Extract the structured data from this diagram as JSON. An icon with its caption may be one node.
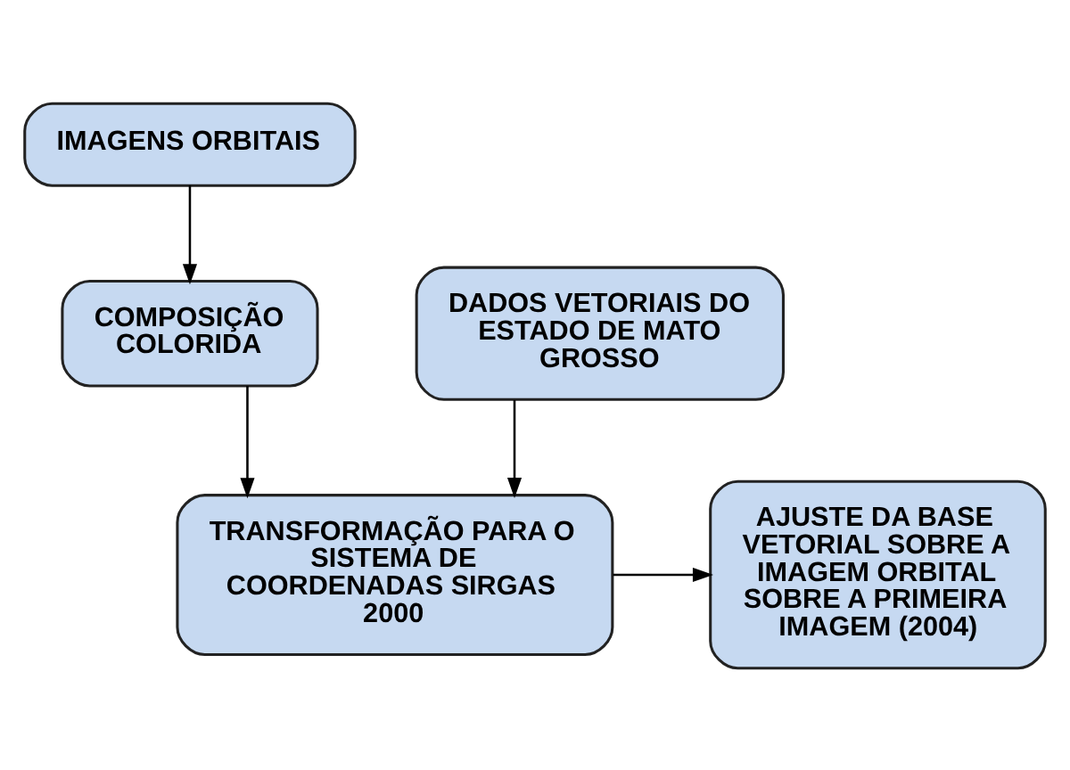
{
  "diagram": {
    "nodes": [
      {
        "text": [
          "IMAGENS ORBITAIS"
        ]
      },
      {
        "text": [
          "COMPOSIÇÃO COLORIDA"
        ]
      },
      {
        "text": [
          "DADOS VETORIAIS DO ESTADO DE MATO GROSSO"
        ]
      },
      {
        "text": [
          "TRANSFORMAÇÃO PARA O SISTEMA DE COORDENADAS SIRGAS 2000"
        ]
      },
      {
        "text": [
          "AJUSTE DA BASE VETORIAL SOBRE A IMAGEM ORBITAL SOBRE A PRIMEIRA IMAGEM (2004)"
        ]
      }
    ],
    "edges": [
      {
        "from": 0,
        "to": 1,
        "arrow": "to"
      },
      {
        "from": 1,
        "to": 3,
        "arrow": "to"
      },
      {
        "from": 2,
        "to": 3,
        "arrow": "to"
      },
      {
        "from": 3,
        "to": 4,
        "arrow": "to"
      }
    ]
  }
}
